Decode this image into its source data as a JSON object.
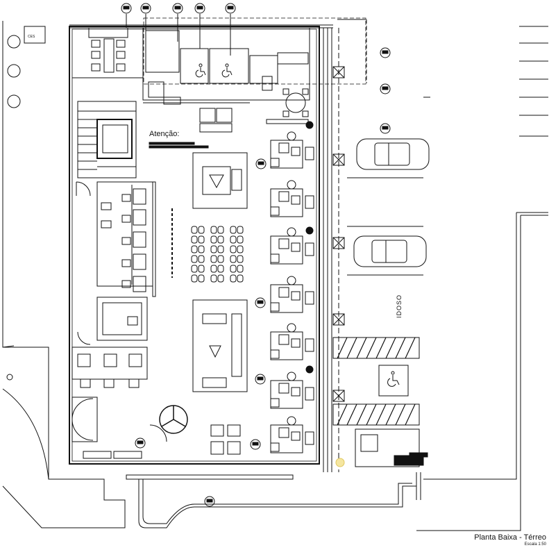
{
  "drawing": {
    "title": "Planta Baixa - Térreo",
    "scale": "Escala 1:50",
    "attention_label": "Atenção:",
    "parking_label": "IDOSO",
    "ces_label": "CES"
  },
  "colors": {
    "line": "#111111",
    "background": "#ffffff",
    "highlight": "#f5e6a0"
  },
  "icons": [
    "section-marker-icon",
    "accessibility-icon",
    "car-icon",
    "chair-icon",
    "table-icon",
    "stair-icon",
    "door-icon",
    "logo-icon"
  ]
}
